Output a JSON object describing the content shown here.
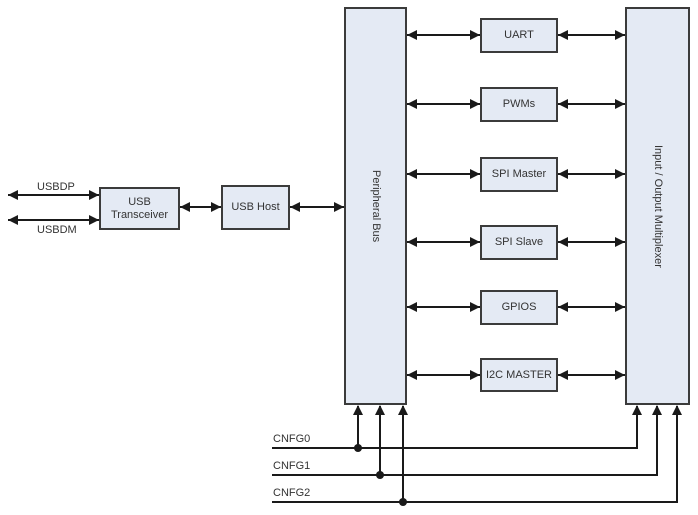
{
  "diagram": {
    "signals_left": [
      {
        "label": "USBDP"
      },
      {
        "label": "USBDM"
      }
    ],
    "blocks": {
      "usb_transceiver": "USB Transceiver",
      "usb_host": "USB Host",
      "peripheral_bus": "Peripheral Bus",
      "io_multiplexer": "Input / Output Multiplexer"
    },
    "peripherals": [
      {
        "label": "UART"
      },
      {
        "label": "PWMs"
      },
      {
        "label": "SPI Master"
      },
      {
        "label": "SPI Slave"
      },
      {
        "label": "GPIOS"
      },
      {
        "label": "I2C MASTER"
      }
    ],
    "config_signals": [
      {
        "label": "CNFG0"
      },
      {
        "label": "CNFG1"
      },
      {
        "label": "CNFG2"
      }
    ],
    "colors": {
      "block_fill": "#e4eaf4",
      "block_border": "#3b3b3b",
      "line": "#1a1a1a",
      "text": "#333333"
    }
  }
}
